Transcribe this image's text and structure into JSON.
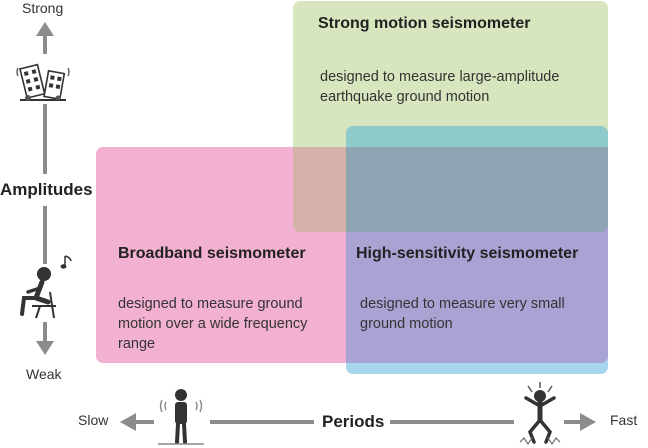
{
  "axes": {
    "y_top": "Strong",
    "y_label": "Amplitudes",
    "y_bottom": "Weak",
    "x_left": "Slow",
    "x_label": "Periods",
    "x_right": "Fast",
    "axis_color": "#8c8c8c"
  },
  "boxes": {
    "strong_motion": {
      "title": "Strong motion seismometer",
      "description": "designed to measure large-amplitude earthquake ground motion",
      "color": "#d7e6be"
    },
    "broadband": {
      "title": "Broadband seismometer",
      "description": "designed to measure ground motion over a wide frequency range",
      "color": "#f3a8c9"
    },
    "high_sensitivity": {
      "title": "High-sensitivity seismometer",
      "description": "designed to measure very small ground motion",
      "color": "#a6d5ee"
    }
  },
  "icons": {
    "collapsing_buildings": "collapsing-buildings-icon",
    "relaxed_person": "person-listening-music-icon",
    "music_note": "music-note-icon",
    "swaying_person": "swaying-person-icon",
    "shaking_person": "shaking-person-icon"
  }
}
